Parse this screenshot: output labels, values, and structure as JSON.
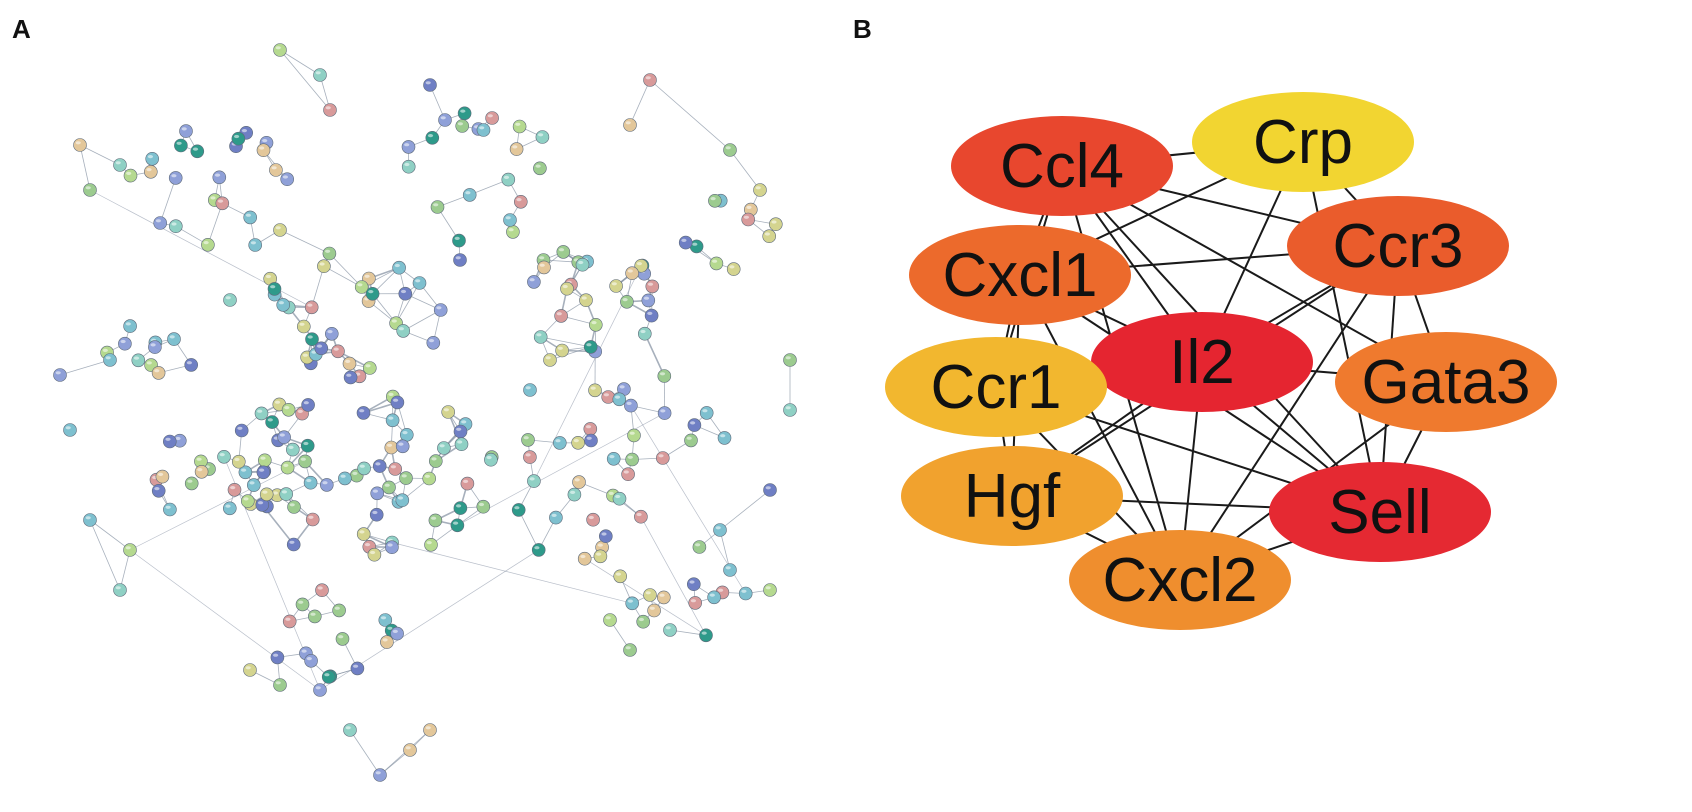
{
  "panels": {
    "a": {
      "label": "A"
    },
    "b": {
      "label": "B"
    }
  },
  "network_a": {
    "node_colors": [
      "#9ccb8f",
      "#8fd0c4",
      "#8fa0d8",
      "#e3c79a",
      "#d89a9a",
      "#b5d98f",
      "#7ec0cf",
      "#6f7fc4",
      "#2e9a8a",
      "#d4d48f"
    ],
    "edge_color": "#8a95a6"
  },
  "network_b": {
    "nodes": [
      {
        "id": "ccl4",
        "label": "Ccl4",
        "color": "#e8472e"
      },
      {
        "id": "crp",
        "label": "Crp",
        "color": "#f2d531"
      },
      {
        "id": "ccr3",
        "label": "Ccr3",
        "color": "#ea5c2c"
      },
      {
        "id": "cxcl1",
        "label": "Cxcl1",
        "color": "#ec6a2c"
      },
      {
        "id": "il2",
        "label": "Il2",
        "color": "#e52530"
      },
      {
        "id": "gata3",
        "label": "Gata3",
        "color": "#ef7a2e"
      },
      {
        "id": "ccr1",
        "label": "Ccr1",
        "color": "#f2b72f"
      },
      {
        "id": "hgf",
        "label": "Hgf",
        "color": "#f1a22e"
      },
      {
        "id": "sell",
        "label": "Sell",
        "color": "#e52932"
      },
      {
        "id": "cxcl2",
        "label": "Cxcl2",
        "color": "#ef8e2e"
      }
    ],
    "edges": [
      [
        "ccl4",
        "crp"
      ],
      [
        "ccl4",
        "ccr3"
      ],
      [
        "ccl4",
        "cxcl1"
      ],
      [
        "ccl4",
        "il2"
      ],
      [
        "ccl4",
        "ccr1"
      ],
      [
        "ccl4",
        "sell"
      ],
      [
        "ccl4",
        "cxcl2"
      ],
      [
        "ccl4",
        "gata3"
      ],
      [
        "crp",
        "cxcl1"
      ],
      [
        "crp",
        "il2"
      ],
      [
        "crp",
        "ccr3"
      ],
      [
        "crp",
        "sell"
      ],
      [
        "cxcl1",
        "ccr3"
      ],
      [
        "cxcl1",
        "il2"
      ],
      [
        "cxcl1",
        "ccr1"
      ],
      [
        "cxcl1",
        "sell"
      ],
      [
        "cxcl1",
        "cxcl2"
      ],
      [
        "cxcl1",
        "hgf"
      ],
      [
        "ccr3",
        "il2"
      ],
      [
        "ccr3",
        "sell"
      ],
      [
        "ccr3",
        "gata3"
      ],
      [
        "ccr3",
        "cxcl2"
      ],
      [
        "ccr3",
        "hgf"
      ],
      [
        "il2",
        "ccr1"
      ],
      [
        "il2",
        "gata3"
      ],
      [
        "il2",
        "hgf"
      ],
      [
        "il2",
        "sell"
      ],
      [
        "il2",
        "cxcl2"
      ],
      [
        "ccr1",
        "hgf"
      ],
      [
        "ccr1",
        "sell"
      ],
      [
        "ccr1",
        "cxcl2"
      ],
      [
        "gata3",
        "sell"
      ],
      [
        "gata3",
        "cxcl2"
      ],
      [
        "hgf",
        "cxcl2"
      ],
      [
        "hgf",
        "sell"
      ],
      [
        "sell",
        "cxcl2"
      ]
    ],
    "edge_color": "#1a1a1a"
  }
}
